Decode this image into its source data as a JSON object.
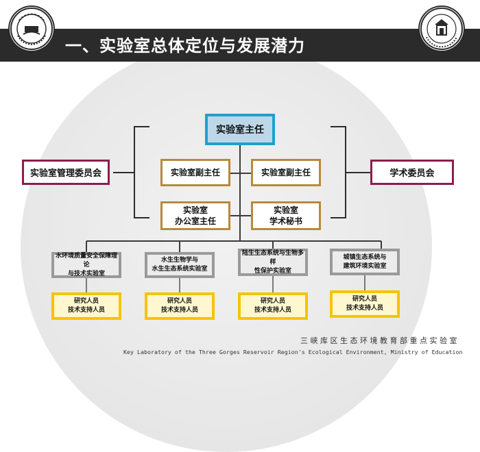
{
  "header": {
    "title": "一、实验室总体定位与发展潜力",
    "left_logo": {
      "icon": "chongqing-university-seal",
      "lettering": "CHONGQING UNIVERSITY 1929 重庆大学"
    },
    "right_logo": {
      "icon": "southwest-university-seal",
      "lettering": "SOUTHWEST UNIVERSITY 西南大学"
    },
    "bar_color": "#2b2b2b"
  },
  "org": {
    "director": "实验室主任",
    "management_committee": "实验室管理委员会",
    "academic_committee": "学术委员会",
    "deputy_left": "实验室副主任",
    "deputy_right": "实验室副主任",
    "office_line1": "实验室",
    "office_line2": "办公室主任",
    "secretary_line1": "实验室",
    "secretary_line2": "学术秘书",
    "labs": [
      {
        "line1": "水环境质量安全保障理论",
        "line2": "与技术实验室",
        "staff1": "研究人员",
        "staff2": "技术支持人员"
      },
      {
        "line1": "水生生物学与",
        "line2": "水生生态系统实验室",
        "staff1": "研究人员",
        "staff2": "技术支持人员"
      },
      {
        "line1": "陆生生态系统与生物多样",
        "line2": "性保护实验室",
        "staff1": "研究人员",
        "staff2": "技术支持人员"
      },
      {
        "line1": "城镇生态系统与",
        "line2": "建筑环境实验室",
        "staff1": "研究人员",
        "staff2": "技术支持人员"
      }
    ],
    "colors": {
      "director_border": "#1ea0cf",
      "committee_border": "#8b1e4c",
      "deputy_border": "#b8893a",
      "lab_border": "#9a9a9a",
      "staff_border": "#f5c400"
    }
  },
  "footer": {
    "chinese": "三峡库区生态环境教育部重点实验室",
    "english": "Key Laboratory of the Three Gorges Reservoir Region's Ecological Environment, Ministry of Education"
  }
}
